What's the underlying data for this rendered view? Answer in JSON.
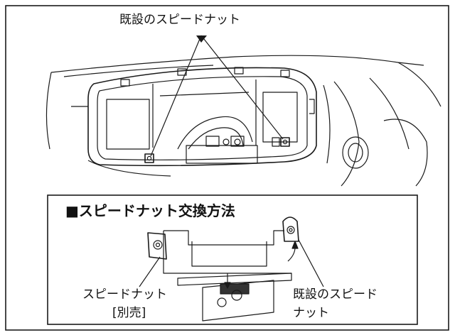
{
  "labels": {
    "existing_nut_top": "既設のスピードナット",
    "inset_title": "■スピードナット交換方法",
    "speed_nut_line1": "スピードナット",
    "speed_nut_line2": "[別売]",
    "existing_nut_line1": "既設のスピード",
    "existing_nut_line2": "ナット"
  },
  "colors": {
    "line": "#1a1a1a",
    "background": "#ffffff"
  }
}
